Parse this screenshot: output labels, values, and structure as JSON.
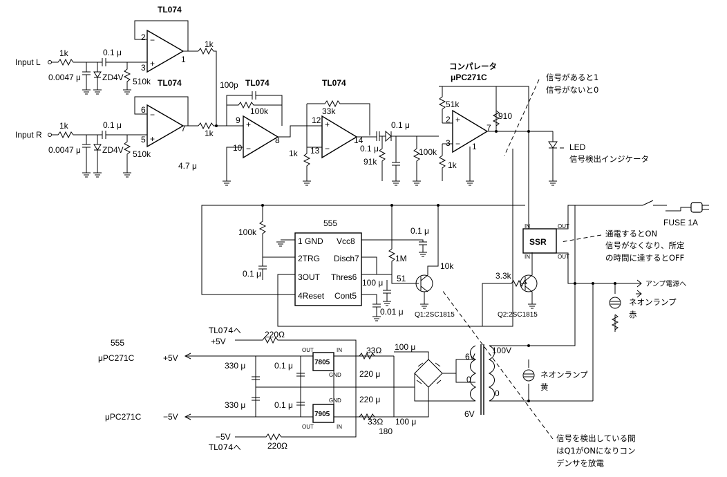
{
  "title_opamp_1": "TL074",
  "title_opamp_2": "TL074",
  "title_opamp_3": "TL074",
  "title_opamp_4": "TL074",
  "comparator_label": "コンパレータ",
  "comparator_part": "μPC271C",
  "input_left": "Input L",
  "input_right": "Input R",
  "r_in_1k_a": "1k",
  "r_in_1k_b": "1k",
  "c_in_a": "0.1 μ",
  "c_in_b": "0.1 μ",
  "c_shunt_a": "0.0047 μ",
  "c_shunt_b": "0.0047 μ",
  "zener_a": "ZD4V",
  "zener_b": "ZD4V",
  "r_bias_a": "510k",
  "r_bias_b": "510k",
  "r_mix_a": "1k",
  "r_mix_b": "1k",
  "cap_4u7": "4.7 μ",
  "cap_100p": "100p",
  "r_100k_fb": "100k",
  "r_1k_a": "1k",
  "r_33k": "33k",
  "r_1k_b": "1k",
  "cap_0u1_a": "0.1 μ",
  "cap_0u1_b": "0.1 μ",
  "r_91k": "91k",
  "r_100k_b": "100k",
  "r_51k": "51k",
  "r_1k_c": "1k",
  "r_910": "910",
  "pin_2a": "2",
  "pin_3a": "3",
  "pin_1a": "1",
  "pin_6": "6",
  "pin_5": "5",
  "pin_7a": "7",
  "pin_9": "9",
  "pin_10": "10",
  "pin_8": "8",
  "pin_12": "12",
  "pin_13": "13",
  "pin_14": "14",
  "pin_2b": "2",
  "pin_3b": "3",
  "pin_7b": "7",
  "pin_1b": "1",
  "note_signal_1": "信号があると1",
  "note_signal_0": "信号がないと0",
  "led_label": "LED",
  "led_desc": "信号検出インジケータ",
  "timer_title": "555",
  "timer_pin1": "1 GND",
  "timer_pin2": "2TRG",
  "timer_pin3": "3OUT",
  "timer_pin4": "4Reset",
  "timer_pin8": "Vcc8",
  "timer_pin7": "Disch7",
  "timer_pin6": "Thres6",
  "timer_pin5": "Cont5",
  "r_100k_t": "100k",
  "c_0u1_t": "0.1 μ",
  "c_0u1_vcc": "0.1 μ",
  "r_1m": "1M",
  "c_100u_t": "100 μ",
  "r_51": "51",
  "c_0u01": "0.01 μ",
  "r_10k": "10k",
  "r_3k3": "3.3k",
  "q1_label": "Q1:2SC1815",
  "q2_label": "Q2:2SC1815",
  "ssr_label": "SSR",
  "ssr_in": "IN",
  "ssr_out": "OUT",
  "fuse_label": "FUSE 1A",
  "note_ssr_1": "通電するとON",
  "note_ssr_2": "信号がなくなり、所定",
  "note_ssr_3": "の時間に達するとOFF",
  "amp_power": "アンプ電源へ",
  "neon_red": "ネオンランプ",
  "neon_red_color": "赤",
  "neon_yellow": "ネオンランプ",
  "neon_yellow_color": "黄",
  "ps_label_555": "555",
  "ps_label_upc_p": "μPC271C",
  "ps_label_upc_n": "μPC271C",
  "plus5v": "+5V",
  "minus5v": "−5V",
  "tl074_to_top": "TL074へ",
  "tl074_plus5": "+5V",
  "tl074_minus5": "−5V",
  "tl074_to_bottom": "TL074へ",
  "r_220_top": "220Ω",
  "r_220_bot": "220Ω",
  "c_330u_a": "330 μ",
  "c_330u_b": "330 μ",
  "c_0u1_reg_a": "0.1 μ",
  "c_0u1_reg_b": "0.1 μ",
  "reg_7805": "7805",
  "reg_7905": "7905",
  "reg_in": "IN",
  "reg_out": "OUT",
  "reg_gnd": "GND",
  "r_33_a": "33Ω",
  "r_33_b": "33Ω",
  "r_180": "180",
  "c_220u_a": "220 μ",
  "c_220u_b": "220 μ",
  "c_100u_a": "100 μ",
  "c_100u_b": "100 μ",
  "tr_6v_top": "6V",
  "tr_0_mid": "0",
  "tr_6v_bot": "6V",
  "tr_100v": "100V",
  "tr_0_pri": "0",
  "note_q1_1": "信号を検出している間",
  "note_q1_2": "はQ1がONになりコン",
  "note_q1_3": "デンサを放電"
}
